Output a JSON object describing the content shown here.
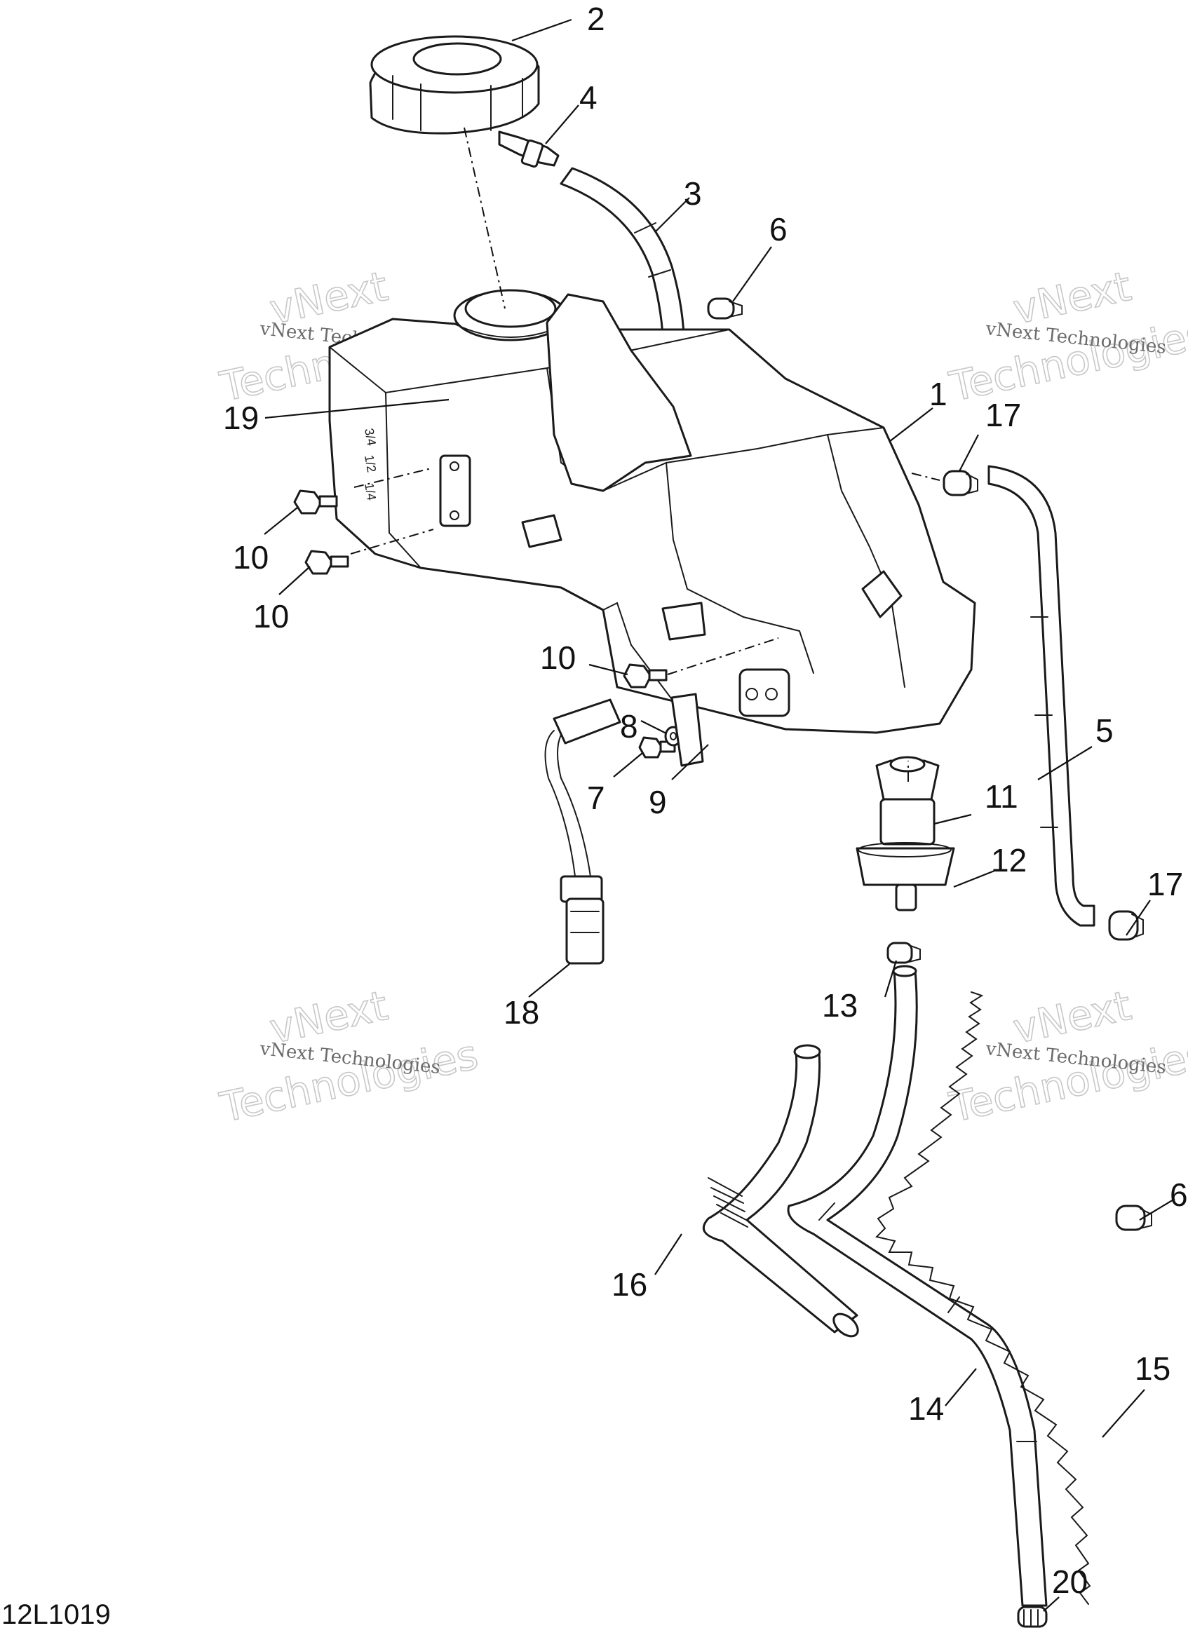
{
  "drawing_id": "12L1019",
  "colors": {
    "line": "#1a1a1a",
    "watermark_text": "#6b6b6b",
    "watermark_outline": "#c8c8c8"
  },
  "watermarks": [
    {
      "small": "vNext Technologies",
      "big_top": "vNext",
      "big_bottom": "Technologies"
    },
    {
      "small": "vNext Technologies",
      "big_top": "vNext",
      "big_bottom": "Technologies"
    },
    {
      "small": "vNext Technologies",
      "big_top": "vNext",
      "big_bottom": "Technologies"
    },
    {
      "small": "vNext Technologies",
      "big_top": "vNext",
      "big_bottom": "Technologies"
    }
  ],
  "callouts": [
    {
      "label": "2"
    },
    {
      "label": "4"
    },
    {
      "label": "3"
    },
    {
      "label": "6"
    },
    {
      "label": "19"
    },
    {
      "label": "1"
    },
    {
      "label": "17"
    },
    {
      "label": "10"
    },
    {
      "label": "10"
    },
    {
      "label": "10"
    },
    {
      "label": "8"
    },
    {
      "label": "7"
    },
    {
      "label": "9"
    },
    {
      "label": "5"
    },
    {
      "label": "11"
    },
    {
      "label": "12"
    },
    {
      "label": "17"
    },
    {
      "label": "13"
    },
    {
      "label": "18"
    },
    {
      "label": "6"
    },
    {
      "label": "16"
    },
    {
      "label": "14"
    },
    {
      "label": "15"
    },
    {
      "label": "20"
    }
  ],
  "tank_marks": [
    "3/4",
    "1/2",
    "1/4"
  ]
}
